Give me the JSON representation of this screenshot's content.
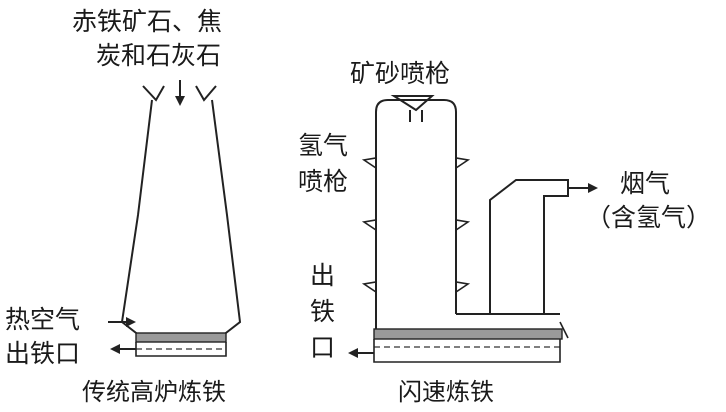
{
  "left": {
    "feed_label_line1": "赤铁矿石、焦",
    "feed_label_line2": "炭和石灰石",
    "hot_air_label": "热空气",
    "iron_outlet_label": "出铁口",
    "caption": "传统高炉炼铁"
  },
  "right": {
    "ore_gun_label": "矿砂喷枪",
    "hydrogen_gun_line1": "氢气",
    "hydrogen_gun_line2": "喷枪",
    "flue_gas_line1": "烟气",
    "flue_gas_line2": "（含氢气）",
    "iron_outlet_chars": [
      "出",
      "铁",
      "口"
    ],
    "caption": "闪速炼铁"
  }
}
